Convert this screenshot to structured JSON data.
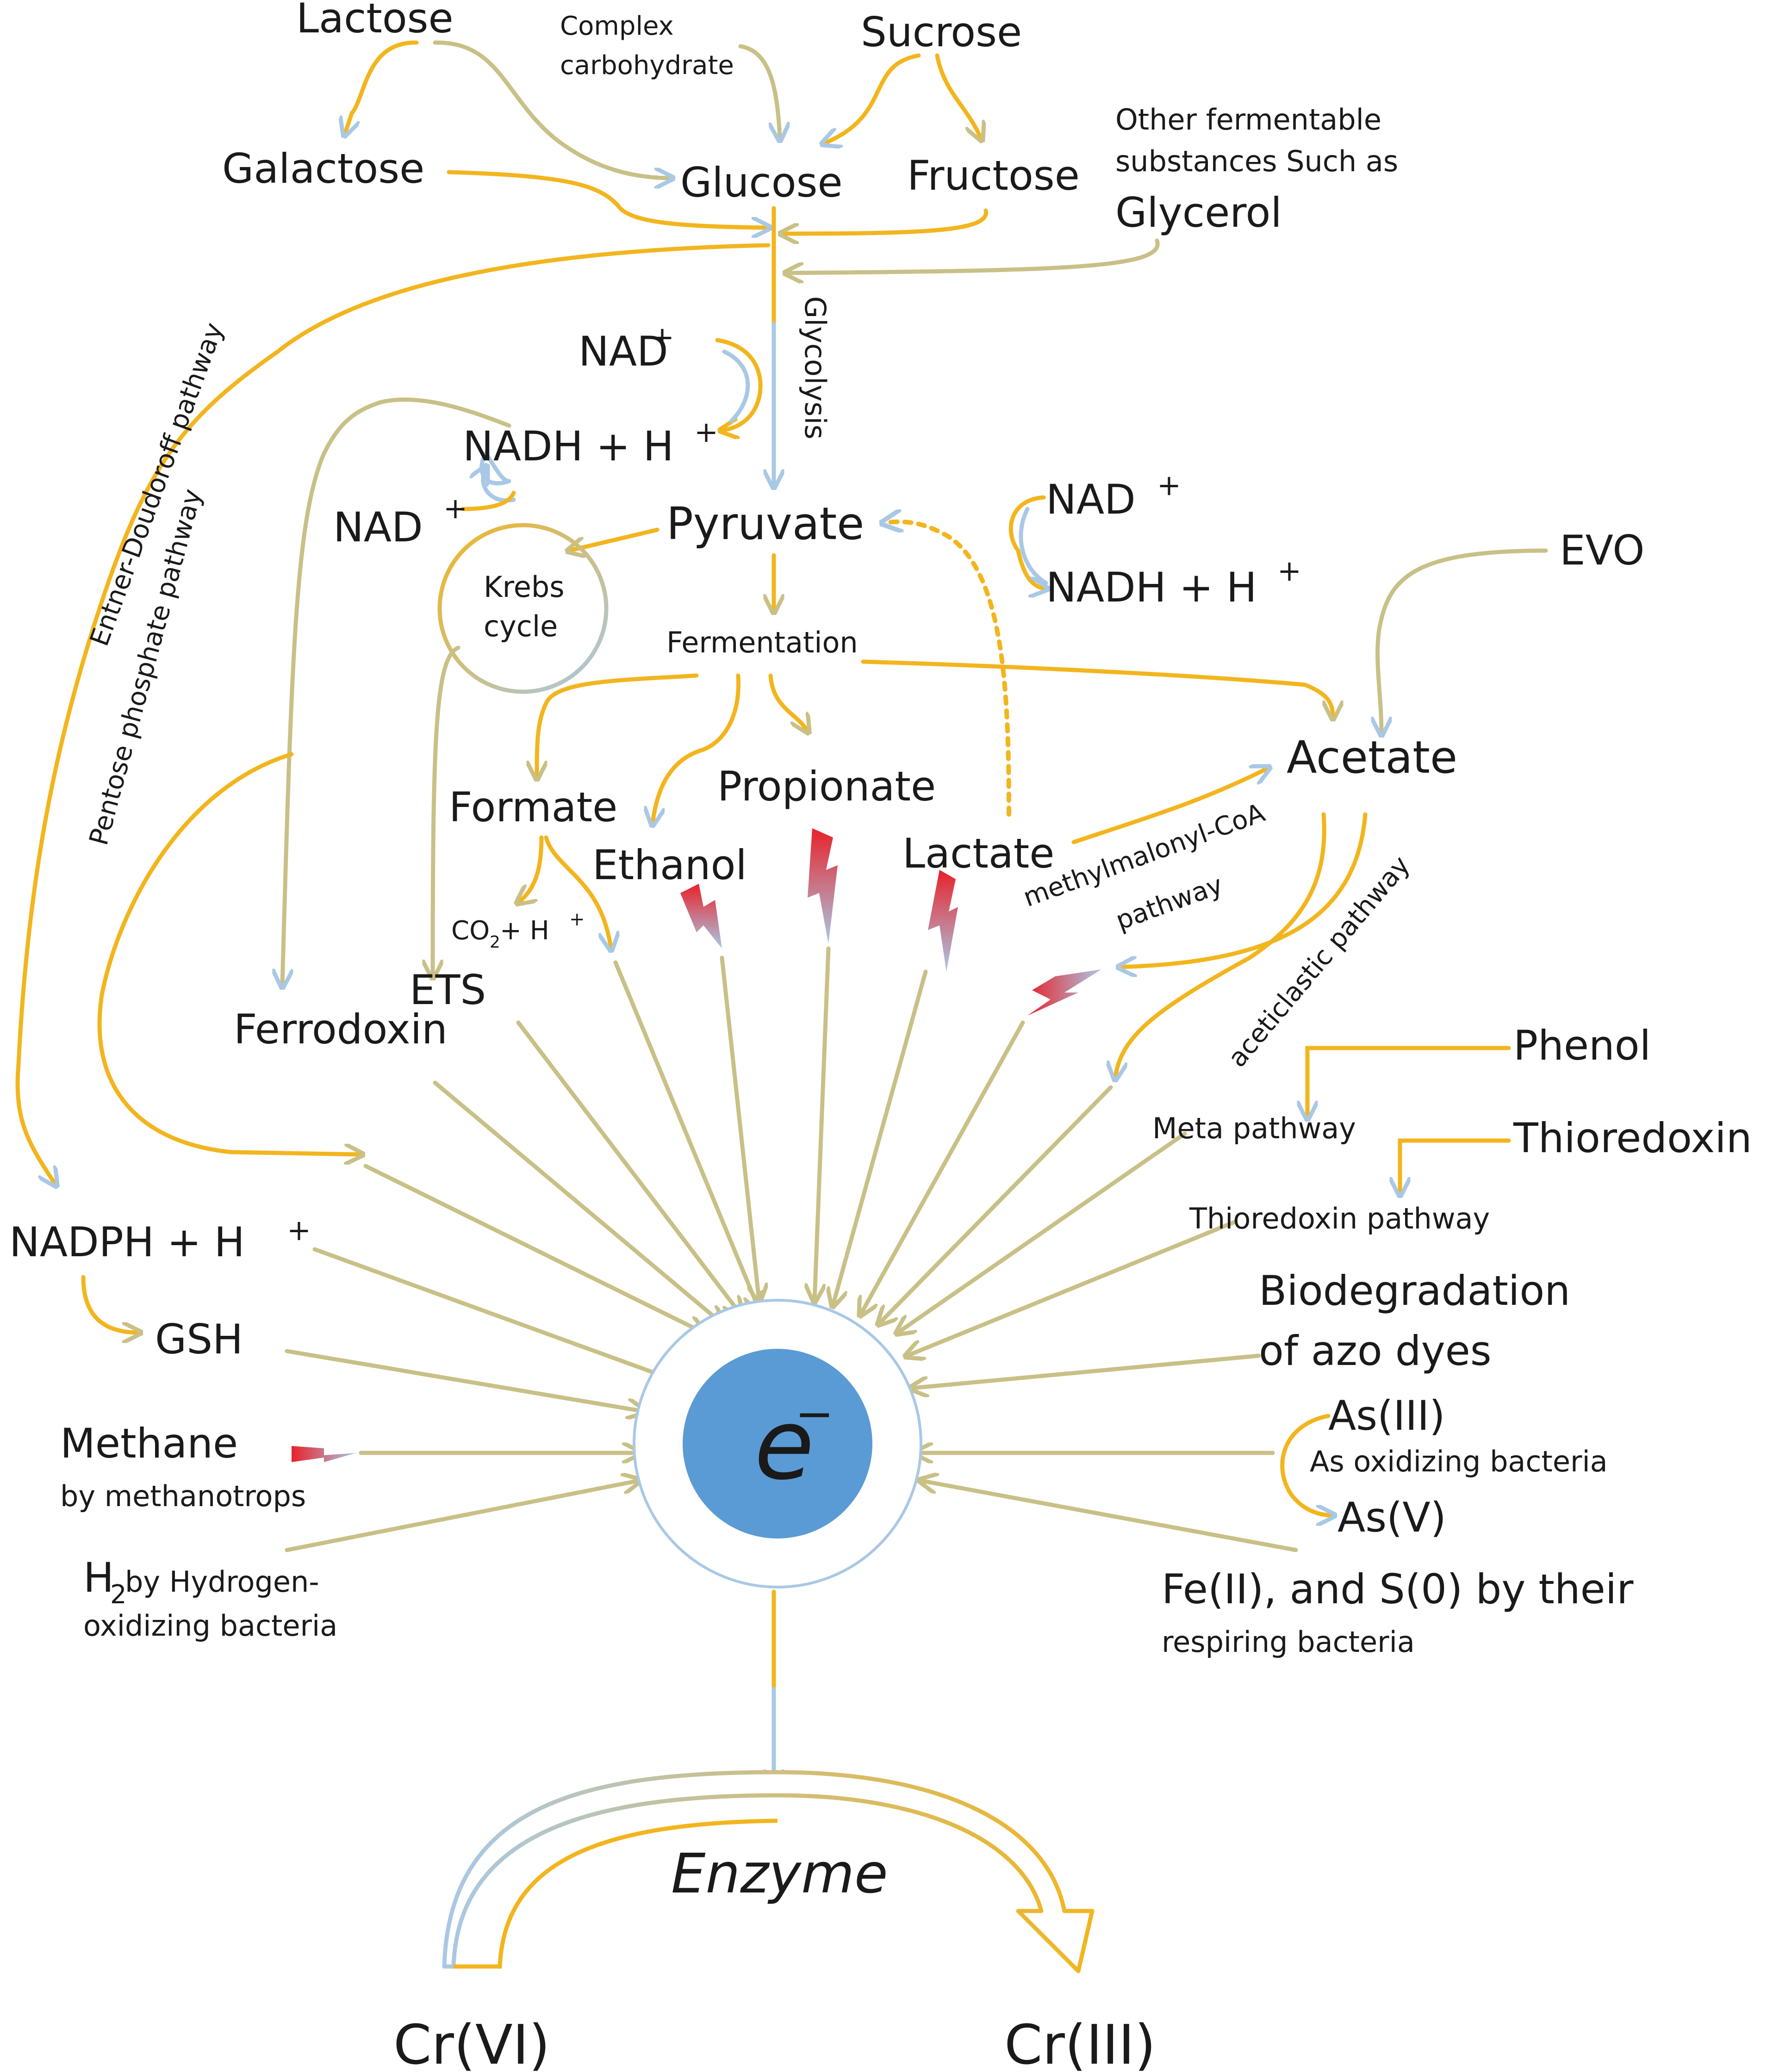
{
  "nodes": {
    "lactose": "Lactose",
    "complex_carb_line1": "Complex",
    "complex_carb_line2": "carbohydrate",
    "sucrose": "Sucrose",
    "galactose": "Galactose",
    "glucose": "Glucose",
    "fructose": "Fructose",
    "other_fermentable_line1": "Other fermentable",
    "other_fermentable_line2": "substances Such as",
    "glycerol": "Glycerol",
    "nad_top": "NAD",
    "nadh_top": "NADH + H",
    "glycolysis": "Glycolysis",
    "nad_left": "NAD",
    "pyruvate": "Pyruvate",
    "nad_right": "NAD",
    "nadh_right": "NADH + H",
    "krebs_line1": "Krebs",
    "krebs_line2": "cycle",
    "fermentation": "Fermentation",
    "evo": "EVO",
    "acetate": "Acetate",
    "formate": "Formate",
    "propionate": "Propionate",
    "ethanol": "Ethanol",
    "lactate": "Lactate",
    "methylmalonyl_line1": "methylmalonyl-CoA",
    "methylmalonyl_line2": "pathway",
    "acetoclastic": "aceticlastic pathway",
    "co2": "CO",
    "co2_sub": "2",
    "co2_tail": " + H",
    "ets": "ETS",
    "ferrodoxin": "Ferrodoxin",
    "entner": "Entner-Doudoroff pathway",
    "pentose": "Pentose phosphate pathway",
    "phenol": "Phenol",
    "meta_pathway": "Meta pathway",
    "thioredoxin": "Thioredoxin",
    "thioredoxin_pathway": "Thioredoxin pathway",
    "biodeg_line1": "Biodegradation",
    "biodeg_line2": "of azo dyes",
    "as3": "As(III)",
    "as_bacteria": "As oxidizing bacteria",
    "as5": "As(V)",
    "fe_line1": "Fe(II), and S(0) by their",
    "fe_line2": "respiring bacteria",
    "nadph": "NADPH + H",
    "gsh": "GSH",
    "methane": "Methane",
    "methanotrops": "by methanotrops",
    "h2": "H",
    "h2_sub": "2",
    "h2_tail": " by Hydrogen-",
    "h2_line2": "oxidizing bacteria",
    "electron": "e",
    "electron_sup": "−",
    "enzyme": "Enzyme",
    "cr6": "Cr(VI)",
    "cr3": "Cr(III)",
    "plus": "+"
  },
  "colors": {
    "yellow": "#f2b51e",
    "blue": "#a9c8e6",
    "olive": "#c9c087",
    "electron_fill": "#5b9bd5",
    "lightning_red": "#e8222a",
    "lightning_blue": "#a9c8e6"
  },
  "icons": [
    "lightning-icon",
    "electron-circle-icon"
  ]
}
